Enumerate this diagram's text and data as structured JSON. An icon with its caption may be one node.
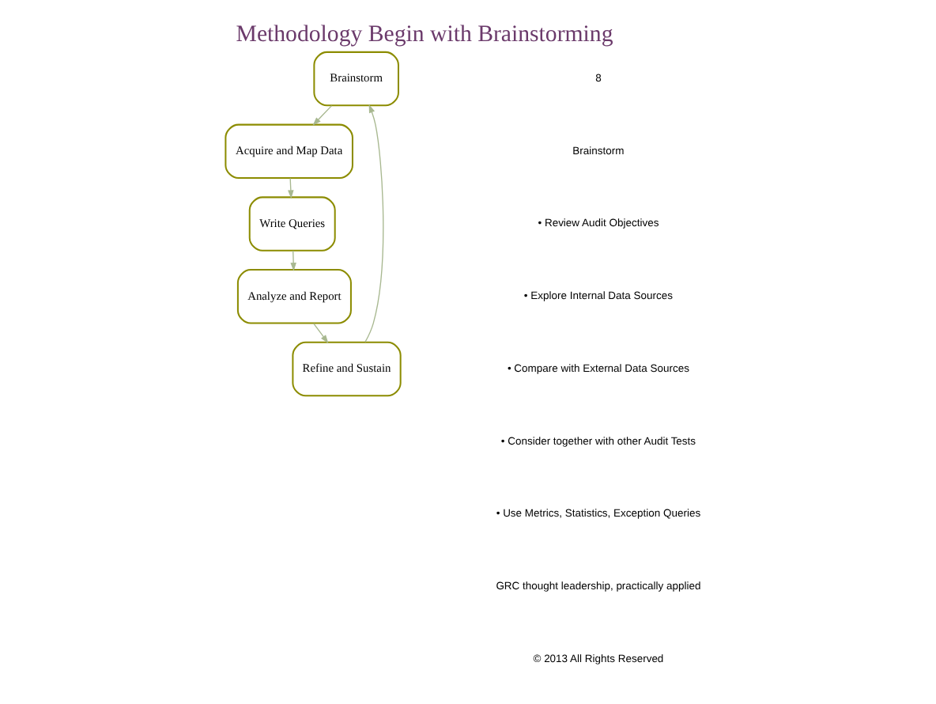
{
  "diagram": {
    "title": "Methodology Begin with Brainstorming",
    "nodes": [
      {
        "text": [
          "Brainstorm"
        ]
      },
      {
        "text": [
          "Acquire and Map Data"
        ]
      },
      {
        "text": [
          "Write Queries"
        ]
      },
      {
        "text": [
          "Analyze and Report"
        ]
      },
      {
        "text": [
          "Refine and Sustain"
        ]
      }
    ],
    "edges": [
      {
        "from": 0,
        "to": 1,
        "arrow": "to"
      },
      {
        "from": 1,
        "to": 2,
        "arrow": "to"
      },
      {
        "from": 2,
        "to": 3,
        "arrow": "to"
      },
      {
        "from": 3,
        "to": 4,
        "arrow": "to"
      },
      {
        "from": 4,
        "to": 0,
        "arrow": "to"
      }
    ],
    "labels": [
      "8",
      "Brainstorm",
      "• Review Audit Objectives",
      "• Explore Internal Data Sources",
      "• Compare with External Data Sources",
      "• Consider together with other Audit Tests",
      "• Use Metrics, Statistics, Exception Queries",
      "GRC thought leadership, practically applied",
      "© 2013 All Rights Reserved"
    ]
  }
}
